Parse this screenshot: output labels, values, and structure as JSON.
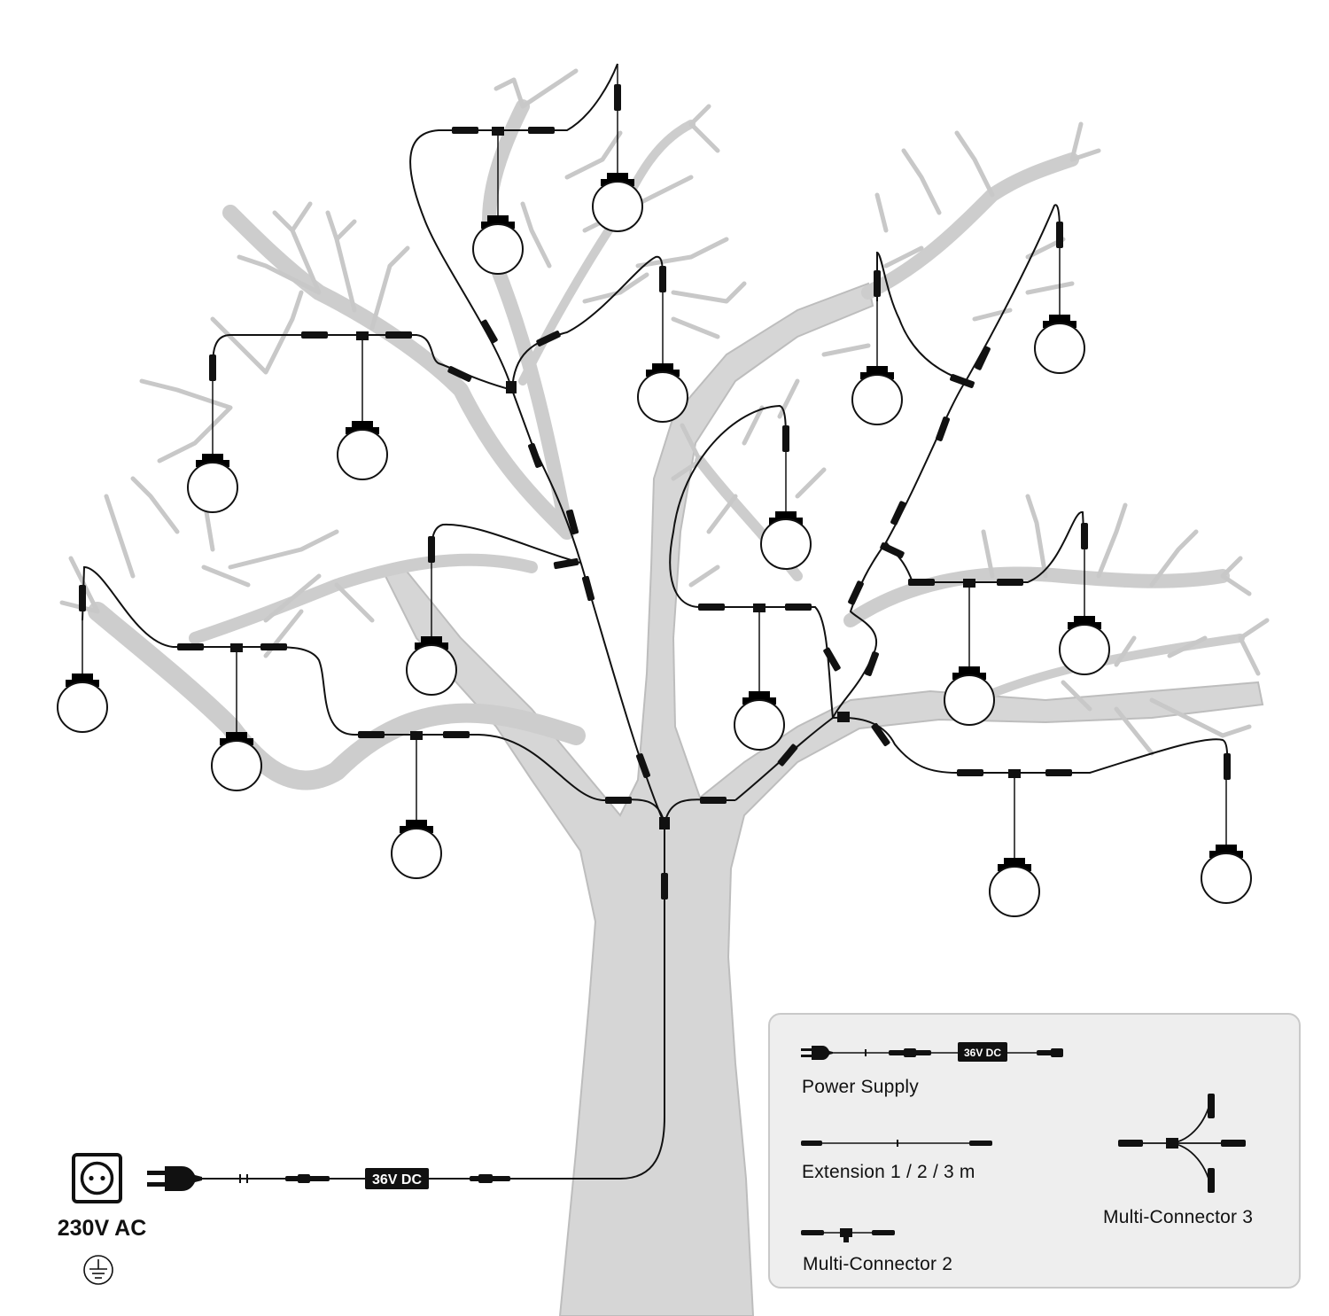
{
  "source": {
    "voltage_label": "230V AC",
    "outlet_icon": "wall-socket-icon",
    "ground_icon": "earth-ground-icon",
    "plug_icon": "power-plug-icon"
  },
  "main_cable": {
    "dc_badge": "36V DC"
  },
  "legend": {
    "power_supply": {
      "label": "Power Supply",
      "dc_badge": "36V DC"
    },
    "extension": {
      "label": "Extension 1 / 2 / 3 m"
    },
    "multi_connector_2": {
      "label": "Multi-Connector 2"
    },
    "multi_connector_3": {
      "label": "Multi-Connector 3"
    }
  },
  "colors": {
    "tree": "#cfcfcf",
    "tree_outline": "#a9a9a9",
    "cable": "#111111",
    "legend_bg": "#eeeeee"
  }
}
